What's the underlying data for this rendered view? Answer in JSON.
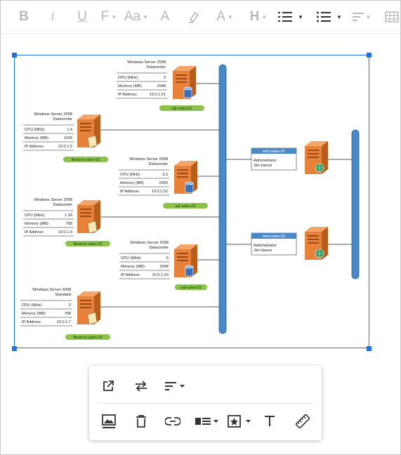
{
  "toolbar": {
    "bold": "B",
    "italic": "i",
    "underline": "U",
    "font_family": "F",
    "font_size": "Aa",
    "font_color": "A",
    "highlight": "A",
    "heading": "H",
    "icons": [
      "bold-icon",
      "italic-icon",
      "underline-icon",
      "font-family-icon",
      "font-size-icon",
      "font-color-icon",
      "highlighter-icon",
      "text-style-icon",
      "heading-icon",
      "numbered-list-icon",
      "bulleted-list-icon",
      "align-icon",
      "table-icon"
    ]
  },
  "diagram": {
    "servers": [
      {
        "title": [
          "Windows Server 2008",
          "Datacenter"
        ],
        "cpu_label": "CPU (MHz)",
        "cpu": "3",
        "mem_label": "Memory (MB)",
        "mem": "2048",
        "ip_label": "IP Address",
        "ip": "10.0.1.51",
        "tag": "sql-sales-01",
        "kind": "db"
      },
      {
        "title": [
          "Windows Server 2008",
          "Datacenter"
        ],
        "cpu_label": "CPU (MHz)",
        "cpu": "1.4",
        "mem_label": "Memory (MB)",
        "mem": "1024",
        "ip_label": "IP Address",
        "ip": "10.0.1.5",
        "tag": "filestore-sales-01",
        "kind": "file"
      },
      {
        "title": [
          "Windows Server 2008",
          "Datacenter"
        ],
        "cpu_label": "CPU (MHz)",
        "cpu": "3.2",
        "mem_label": "Memory (MB)",
        "mem": "2560",
        "ip_label": "IP Address",
        "ip": "10.0.1.52",
        "tag": "sql-sales-02",
        "kind": "db"
      },
      {
        "title": [
          "Windows Server 2008",
          "Datacenter"
        ],
        "cpu_label": "CPU (MHz)",
        "cpu": "1.26",
        "mem_label": "Memory (MB)",
        "mem": "768",
        "ip_label": "IP Address",
        "ip": "10.0.1.6",
        "tag": "filestore-sales-02",
        "kind": "file"
      },
      {
        "title": [
          "Windows Server 2008",
          "Datacenter"
        ],
        "cpu_label": "CPU (MHz)",
        "cpu": "3",
        "mem_label": "Memory (MB)",
        "mem": "2048",
        "ip_label": "IP Address",
        "ip": "10.0.1.53",
        "tag": "sql-sales-03",
        "kind": "db"
      },
      {
        "title": [
          "Windows Server 2008",
          "Standard"
        ],
        "cpu_label": "CPU (MHz)",
        "cpu": "2",
        "mem_label": "Memory (MB)",
        "mem": "768",
        "ip_label": "IP Address",
        "ip": "10.0.1.7",
        "tag": "filestore-sales-03",
        "kind": "file"
      }
    ],
    "web_servers": [
      {
        "name": "web-sales-02",
        "line1": "Administrator",
        "line2": "Jim Hance"
      },
      {
        "name": "web-sales-03",
        "line1": "Administrator",
        "line2": "Jim Hance"
      }
    ],
    "colors": {
      "bus": "#4a89c8",
      "tag": "#8bc34a",
      "server_orange": "#e8823a",
      "web_header": "#4a89c8",
      "selection": "#1a73e8"
    }
  },
  "popup": {
    "row1": [
      "open-in-new-icon",
      "replace-image-icon",
      "wrap-text-icon"
    ],
    "row2": [
      "image-icon",
      "delete-icon",
      "link-icon",
      "image-layout-icon",
      "caption-style-icon",
      "alt-text-icon",
      "measure-icon"
    ]
  }
}
